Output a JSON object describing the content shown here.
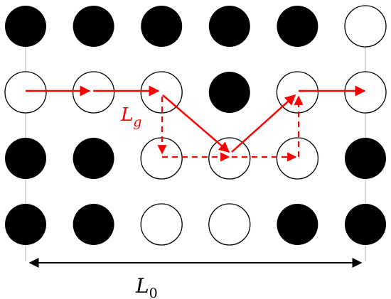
{
  "diagram": {
    "grid": {
      "rows": [
        [
          "filled",
          "filled",
          "filled",
          "filled",
          "filled",
          "empty"
        ],
        [
          "empty",
          "empty",
          "empty",
          "filled",
          "empty",
          "empty"
        ],
        [
          "filled",
          "filled",
          "empty",
          "empty",
          "empty",
          "filled"
        ],
        [
          "filled",
          "filled",
          "empty",
          "empty",
          "filled",
          "filled"
        ]
      ]
    },
    "labels": {
      "lg_main": "L",
      "lg_sub": "g",
      "l0_main": "L",
      "l0_sub": "0"
    },
    "colors": {
      "filled": "#000000",
      "empty_stroke": "#000000",
      "path": "#ff0000",
      "guide": "#bdbdbd",
      "dimension": "#000000"
    }
  }
}
